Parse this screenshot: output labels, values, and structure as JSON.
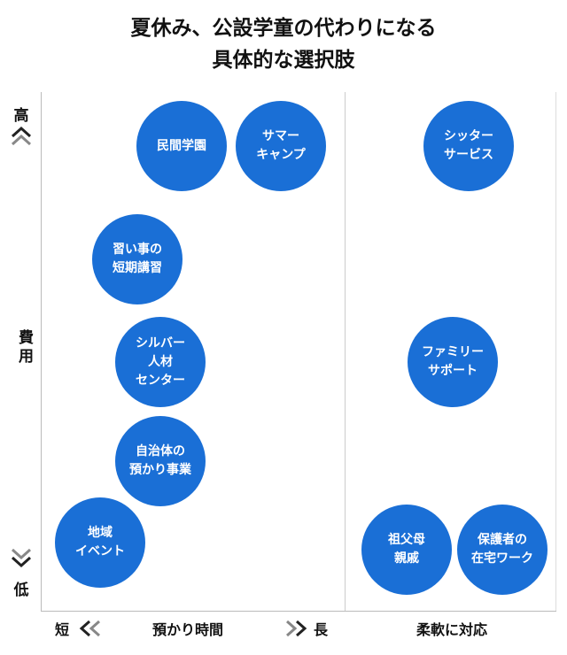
{
  "title": {
    "line1": "夏休み、公設学童の代わりになる",
    "line2": "具体的な選択肢"
  },
  "y_axis": {
    "high": "高",
    "label": "費用",
    "low": "低"
  },
  "x_axis": {
    "short": "短",
    "label": "預かり時間",
    "long": "長",
    "right_label": "柔軟に対応"
  },
  "icons": {
    "up": "double-chevron-up-icon",
    "down": "double-chevron-down-icon",
    "left": "double-chevron-left-icon",
    "right": "double-chevron-right-icon"
  },
  "colors": {
    "bubble": "#1a6fd6"
  },
  "bubbles": [
    {
      "id": "minkan",
      "lines": [
        "民間学園"
      ]
    },
    {
      "id": "summer",
      "lines": [
        "サマー",
        "キャンプ"
      ]
    },
    {
      "id": "sitter",
      "lines": [
        "シッター",
        "サービス"
      ]
    },
    {
      "id": "narai",
      "lines": [
        "習い事の",
        "短期講習"
      ]
    },
    {
      "id": "silver",
      "lines": [
        "シルバー",
        "人材",
        "センター"
      ]
    },
    {
      "id": "family",
      "lines": [
        "ファミリー",
        "サポート"
      ]
    },
    {
      "id": "jichitai",
      "lines": [
        "自治体の",
        "預かり事業"
      ]
    },
    {
      "id": "chiiki",
      "lines": [
        "地域",
        "イベント"
      ]
    },
    {
      "id": "sofubo",
      "lines": [
        "祖父母",
        "親戚"
      ]
    },
    {
      "id": "hogosha",
      "lines": [
        "保護者の",
        "在宅ワーク"
      ]
    }
  ]
}
